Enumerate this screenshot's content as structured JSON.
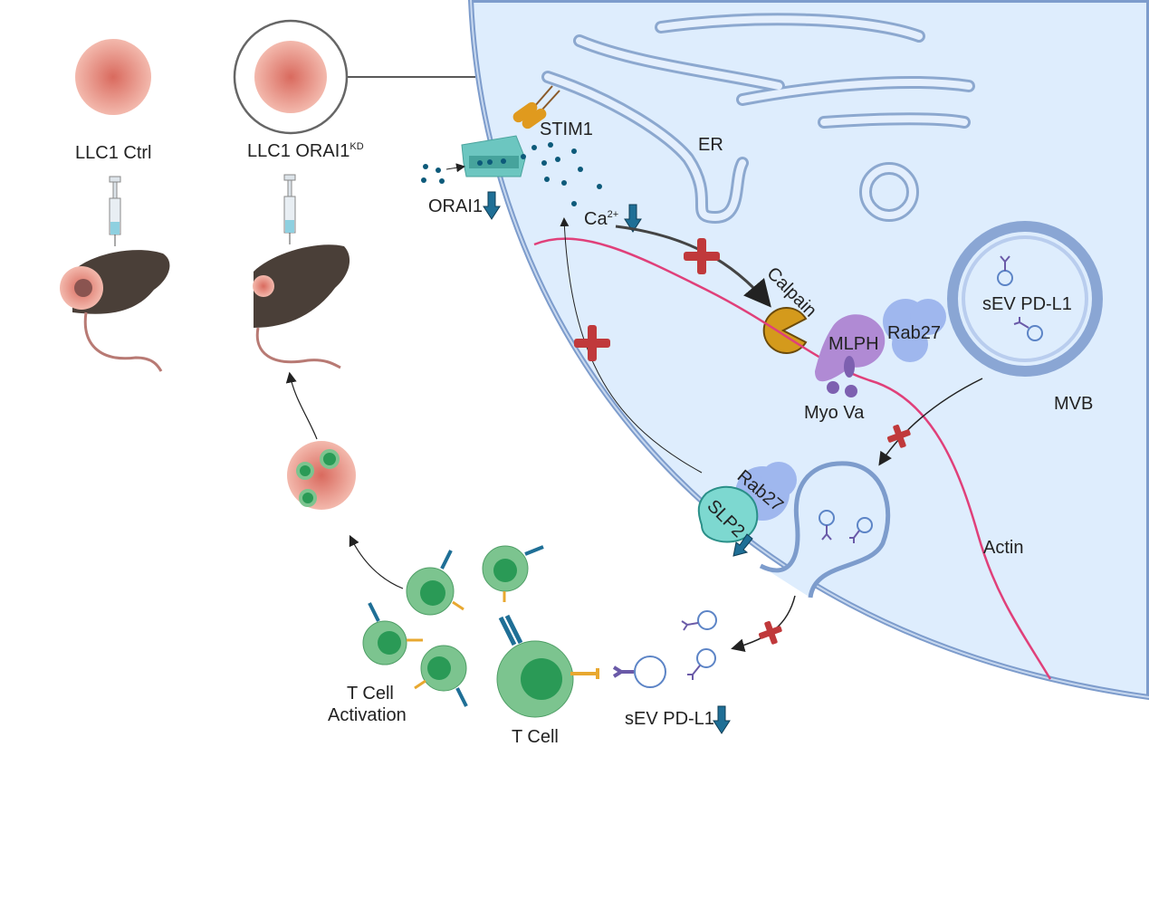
{
  "labels": {
    "llc1_ctrl": "LLC1 Ctrl",
    "llc1_orai1": "LLC1 ORAI1",
    "orai1_sup": "KD",
    "stim1": "STIM1",
    "orai1": "ORAI1",
    "er": "ER",
    "ca": "Ca",
    "ca_sup": "2+",
    "calpain": "Calpain",
    "mlph": "MLPH",
    "rab27_top": "Rab27",
    "myo_va": "Myo Va",
    "sev_pdl1_mvb": "sEV PD-L1",
    "mvb": "MVB",
    "rab27_bottom": "Rab27",
    "slp2": "SLP2",
    "actin": "Actin",
    "t_cell_activation_1": "T Cell",
    "t_cell_activation_2": "Activation",
    "t_cell": "T Cell",
    "sev_pdl1": "sEV PD-L1"
  },
  "colors": {
    "cell_fill": "#deedfd",
    "membrane": "#7d9ccc",
    "arrow_down": "#1f6f96",
    "inhibit": "#c0393b",
    "tcell": "#7cc48f",
    "tcell_nucleus": "#2a9a56",
    "actin": "#e0407a"
  }
}
